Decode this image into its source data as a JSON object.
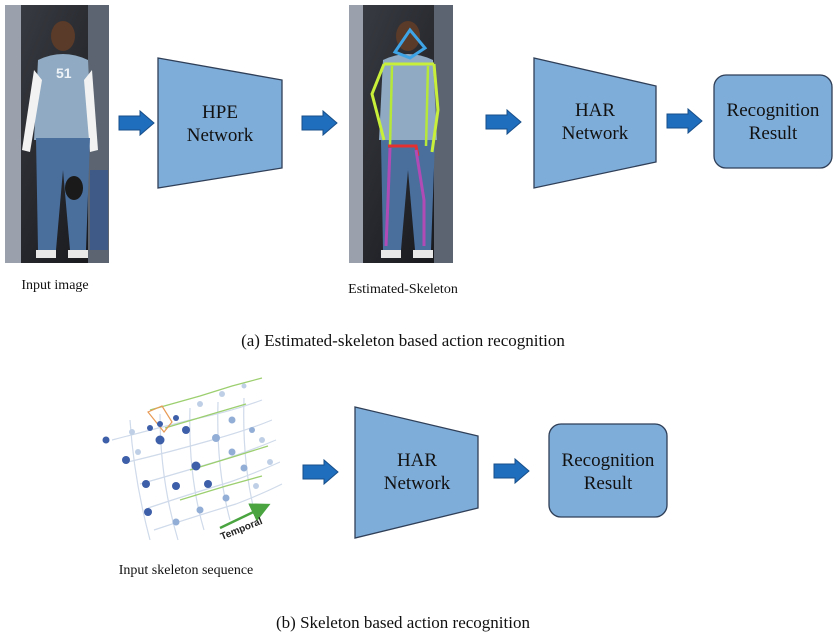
{
  "top": {
    "input_caption": "Input image",
    "hpe_line1": "HPE",
    "hpe_line2": "Network",
    "skeleton_caption": "Estimated-Skeleton",
    "har_line1": "HAR",
    "har_line2": "Network",
    "result_line1": "Recognition",
    "result_line2": "Result",
    "subtitle": "(a) Estimated-skeleton based action recognition"
  },
  "bottom": {
    "sequence_caption": "Input skeleton sequence",
    "temporal_label": "Temporal",
    "har_line1": "HAR",
    "har_line2": "Network",
    "result_line1": "Recognition",
    "result_line2": "Result",
    "subtitle": "(b) Skeleton based action recognition"
  },
  "colors": {
    "block_fill": "#7fadd9",
    "block_stroke": "#2f3f58",
    "arrow_fill": "#1f6dbd",
    "skeleton_node": "#3d5ea8",
    "skeleton_node_light": "#bfd0e6",
    "temporal_arrow": "#4aa540"
  }
}
